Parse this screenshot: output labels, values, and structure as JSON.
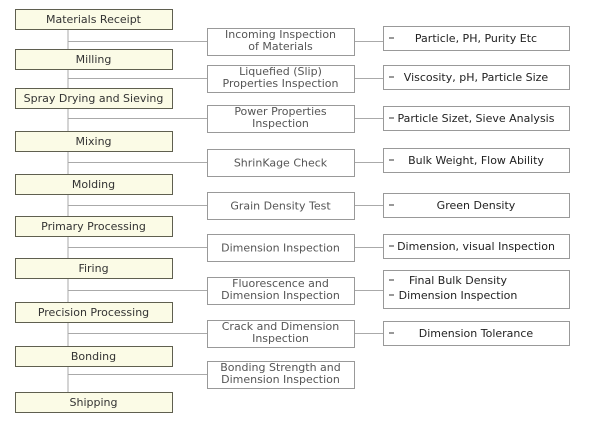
{
  "steps": [
    "Materials Receipt",
    "Milling",
    "Spray Drying and Sieving",
    "Mixing",
    "Molding",
    "Primary Processing",
    "Firing",
    "Precision Processing",
    "Bonding",
    "Shipping"
  ],
  "inspections": [
    {
      "lines": [
        "Incoming Inspection",
        "of Materials"
      ],
      "results": [
        "Particle, PH, Purity Etc"
      ],
      "dashes": [
        true
      ]
    },
    {
      "lines": [
        "Liquefied (Slip)",
        "Properties Inspection"
      ],
      "results": [
        "Viscosity, pH, Particle Size"
      ],
      "dashes": [
        true
      ]
    },
    {
      "lines": [
        "Power Properties",
        "Inspection"
      ],
      "results": [
        "Particle Sizet, Sieve Analysis"
      ],
      "dashes": [
        true
      ]
    },
    {
      "lines": [
        "ShrinKage Check"
      ],
      "results": [
        "Bulk Weight, Flow Ability"
      ],
      "dashes": [
        true
      ]
    },
    {
      "lines": [
        "Grain Density Test"
      ],
      "results": [
        "Green Density"
      ],
      "dashes": [
        true
      ]
    },
    {
      "lines": [
        "Dimension Inspection"
      ],
      "results": [
        "Dimension, visual Inspection"
      ],
      "dashes": [
        true
      ]
    },
    {
      "lines": [
        "Fluorescence and",
        "Dimension Inspection"
      ],
      "results": [
        "Final Bulk Density",
        "Dimension Inspection"
      ],
      "dashes": [
        true,
        true
      ]
    },
    {
      "lines": [
        "Crack and Dimension",
        "Inspection"
      ],
      "results": [
        "Dimension Tolerance"
      ],
      "dashes": [
        true
      ]
    },
    {
      "lines": [
        "Bonding Strength and",
        "Dimension Inspection"
      ],
      "results": [],
      "dashes": []
    }
  ],
  "colors": {
    "step_fill": "#fbfbe6",
    "step_border": "#5f5f4f",
    "box_border": "#999999",
    "connector": "#aaaaaa"
  }
}
